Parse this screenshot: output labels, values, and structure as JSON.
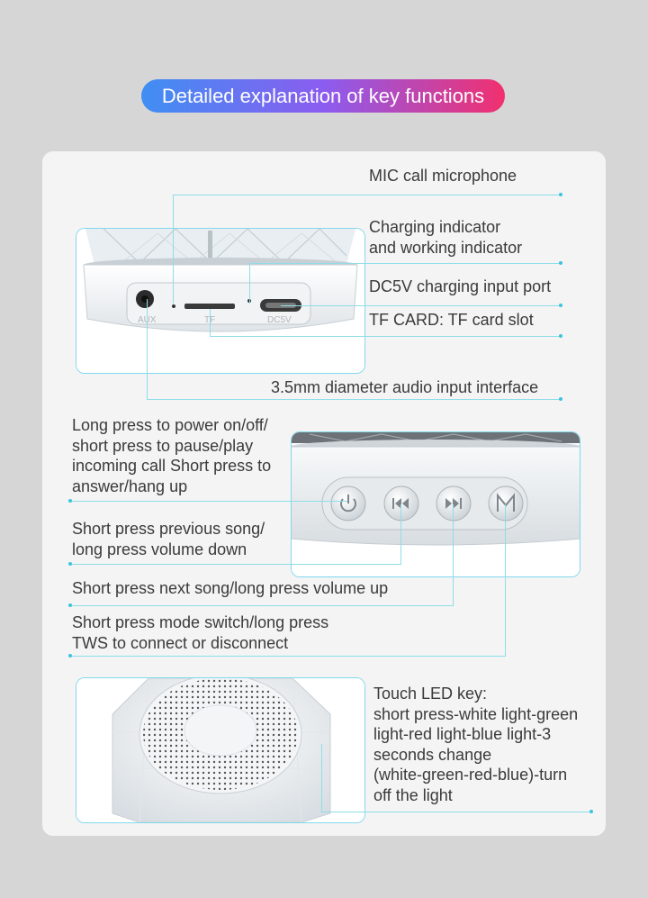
{
  "title": "Detailed explanation of key functions",
  "callouts": {
    "mic": "MIC call microphone",
    "indicator": [
      "Charging indicator",
      "and working indicator"
    ],
    "dc5v": "DC5V charging input port",
    "tf": "TF CARD: TF card slot",
    "aux": "3.5mm diameter audio input interface",
    "power": [
      "Long press to power on/off/",
      "short press to pause/play",
      "incoming call Short press to",
      "answer/hang up"
    ],
    "prev": [
      "Short press previous song/",
      "long press volume down"
    ],
    "next": "Short press next song/long press volume up",
    "mode": [
      "Short press mode switch/long press",
      "TWS to connect or disconnect"
    ],
    "touch": [
      "Touch LED key:",
      "short press-white light-green",
      "light-red light-blue light-3",
      "seconds change",
      "(white-green-red-blue)-turn",
      "off the light"
    ]
  },
  "port_labels": {
    "aux": "AUX",
    "tf": "TF",
    "dc5v": "DC5V"
  },
  "icons": [
    "power-icon",
    "previous-track-icon",
    "next-track-icon",
    "mode-m-icon"
  ],
  "colors": {
    "title_gradient_start": "#3f8ff3",
    "title_gradient_mid": "#8b5cf0",
    "title_gradient_end": "#f1306f",
    "leader_line": "#8fdde8",
    "leader_dot": "#3cc4dc"
  }
}
